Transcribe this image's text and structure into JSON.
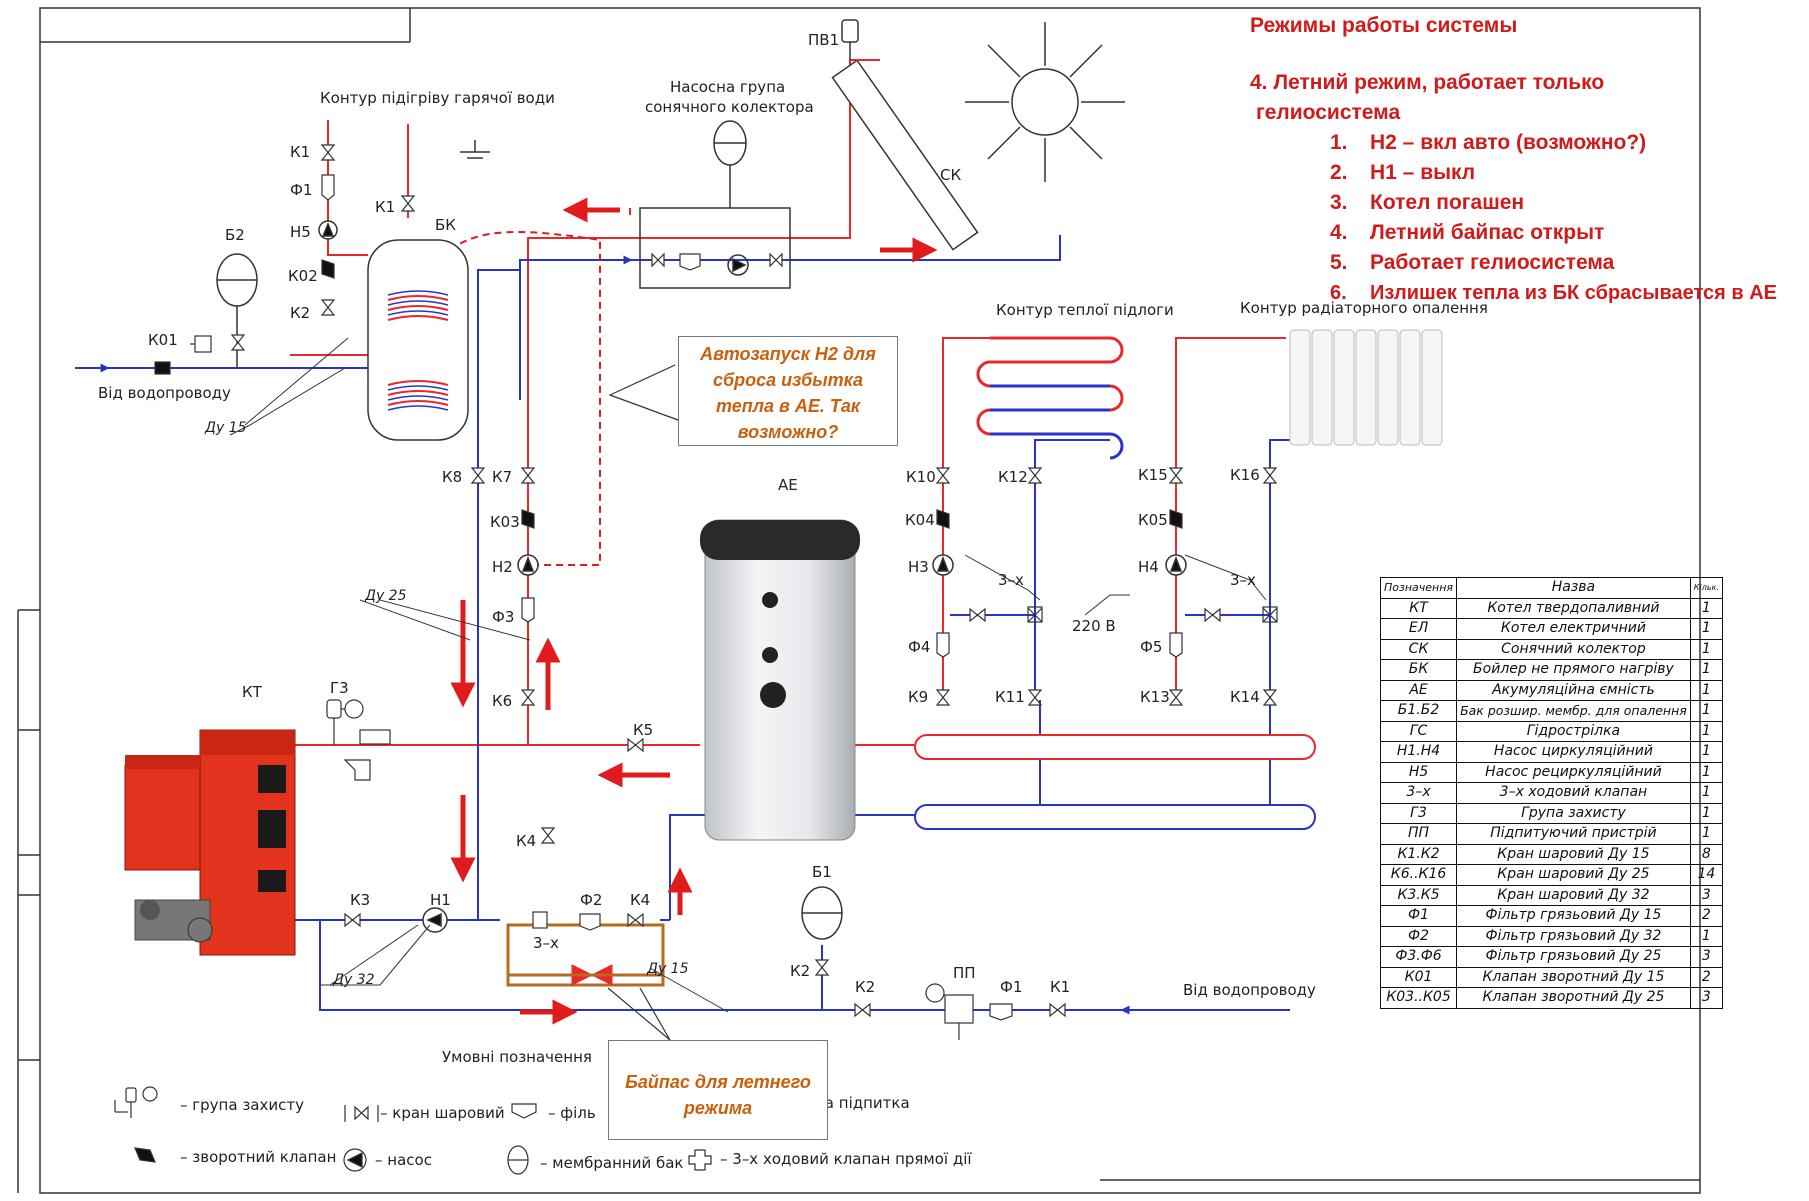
{
  "modes": {
    "title": "Режимы работы системы",
    "subtitle_line1": "4. Летний режим, работает только",
    "subtitle_line2": "гелиосистема",
    "items": [
      {
        "num": "1.",
        "text": "Н2 – вкл авто (возможно?)"
      },
      {
        "num": "2.",
        "text": "Н1 – выкл"
      },
      {
        "num": "3.",
        "text": "Котел погашен"
      },
      {
        "num": "4.",
        "text": "Летний байпас открыт"
      },
      {
        "num": "5.",
        "text": "Работает гелиосистема"
      },
      {
        "num": "6.",
        "text": "Излишек тепла из БК сбрасывается в АЕ"
      }
    ]
  },
  "callouts": {
    "autostart": [
      "Автозапуск Н2 для",
      "сброса избытка",
      "тепла в АЕ. Так",
      "возможно?"
    ],
    "bypass": [
      "Байпас для летнего",
      "режима"
    ]
  },
  "labels": {
    "hot_water_loop": "Контур підігріву гарячої води",
    "solar_pump_group_1": "Насосна група",
    "solar_pump_group_2": "сонячного колектора",
    "pv1": "ПВ1",
    "sk": "СК",
    "bk": "БК",
    "b2": "Б2",
    "b1": "Б1",
    "ae": "АЕ",
    "kt": "КТ",
    "g3": "Г3",
    "pp": "ПП",
    "from_water_left": "Від водопроводу",
    "from_water_right": "Від водопроводу",
    "warm_floor_loop": "Контур теплої підлоги",
    "radiator_loop": "Контур радіаторного опалення",
    "du15_left": "Ду 15",
    "du25": "Ду 25",
    "du32": "Ду 32",
    "du15_bottom": "Ду 15",
    "v220": "220 В",
    "k1_top": "К1",
    "f1_top": "Ф1",
    "n5": "Н5",
    "k02": "К02",
    "k2_top": "К2",
    "k01": "К01",
    "k1_bk": "К1",
    "k8": "К8",
    "k7": "К7",
    "k03": "К03",
    "n2": "Н2",
    "f3": "Ф3",
    "k6": "К6",
    "k5": "К5",
    "k4_mid": "К4",
    "k3": "К3",
    "n1": "Н1",
    "three_x_bottom": "3–х",
    "f2": "Ф2",
    "k4_bottom": "К4",
    "k2_b1": "К2",
    "k2_bottom": "К2",
    "f1_bottom": "Ф1",
    "k1_bottom": "К1",
    "k10": "К10",
    "k12": "К12",
    "k04": "К04",
    "n3": "Н3",
    "three_x_n3": "3–х",
    "f4": "Ф4",
    "k9": "К9",
    "k11": "К11",
    "k15": "К15",
    "k16": "К16",
    "k05": "К05",
    "n4": "Н4",
    "three_x_n4": "3–х",
    "f5": "Ф5",
    "k13": "К13",
    "k14": "К14"
  },
  "legend": {
    "title": "Умовні позначення",
    "items": [
      "– група захисту",
      "– кран шаровий",
      "– філь",
      "на підпитка",
      "– зворотний клапан",
      "– насос",
      "– мембранний бак",
      "– 3–х ходовий клапан прямої дії"
    ]
  },
  "spec_table": {
    "headers": [
      "Позначення",
      "Назва",
      "Кільк."
    ],
    "rows": [
      [
        "КТ",
        "Котел твердопаливний",
        "1"
      ],
      [
        "ЕЛ",
        "Котел електричний",
        "1"
      ],
      [
        "СК",
        "Сонячний колектор",
        "1"
      ],
      [
        "БК",
        "Бойлер не прямого нагріву",
        "1"
      ],
      [
        "АЕ",
        "Акумуляційна ємність",
        "1"
      ],
      [
        "Б1.Б2",
        "Бак розшир. мембр. для опалення",
        "1"
      ],
      [
        "ГС",
        "Гідрострілка",
        "1"
      ],
      [
        "Н1.Н4",
        "Насос циркуляційний",
        "1"
      ],
      [
        "Н5",
        "Насос рециркуляційний",
        "1"
      ],
      [
        "3–х",
        "3–х ходовий клапан",
        "1"
      ],
      [
        "Г3",
        "Група захисту",
        "1"
      ],
      [
        "ПП",
        "Підпитуючий пристрій",
        "1"
      ],
      [
        "К1.К2",
        "Кран шаровий Ду 15",
        "8"
      ],
      [
        "К6..К16",
        "Кран шаровий Ду 25",
        "14"
      ],
      [
        "К3.К5",
        "Кран шаровий Ду 32",
        "3"
      ],
      [
        "Ф1",
        "Фільтр грязьовий Ду 15",
        "2"
      ],
      [
        "Ф2",
        "Фільтр грязьовий Ду 32",
        "1"
      ],
      [
        "Ф3.Ф6",
        "Фільтр грязьовий Ду 25",
        "3"
      ],
      [
        "К01",
        "Клапан зворотний Ду 15",
        "2"
      ],
      [
        "К03..К05",
        "Клапан зворотний Ду 25",
        "3"
      ]
    ]
  },
  "colors": {
    "hot": "#e8282b",
    "cold": "#2a34c4",
    "arrow": "#e01b1b",
    "bypass": "#b86a1e",
    "callout_text": "#c8600d",
    "frame": "#333333"
  }
}
